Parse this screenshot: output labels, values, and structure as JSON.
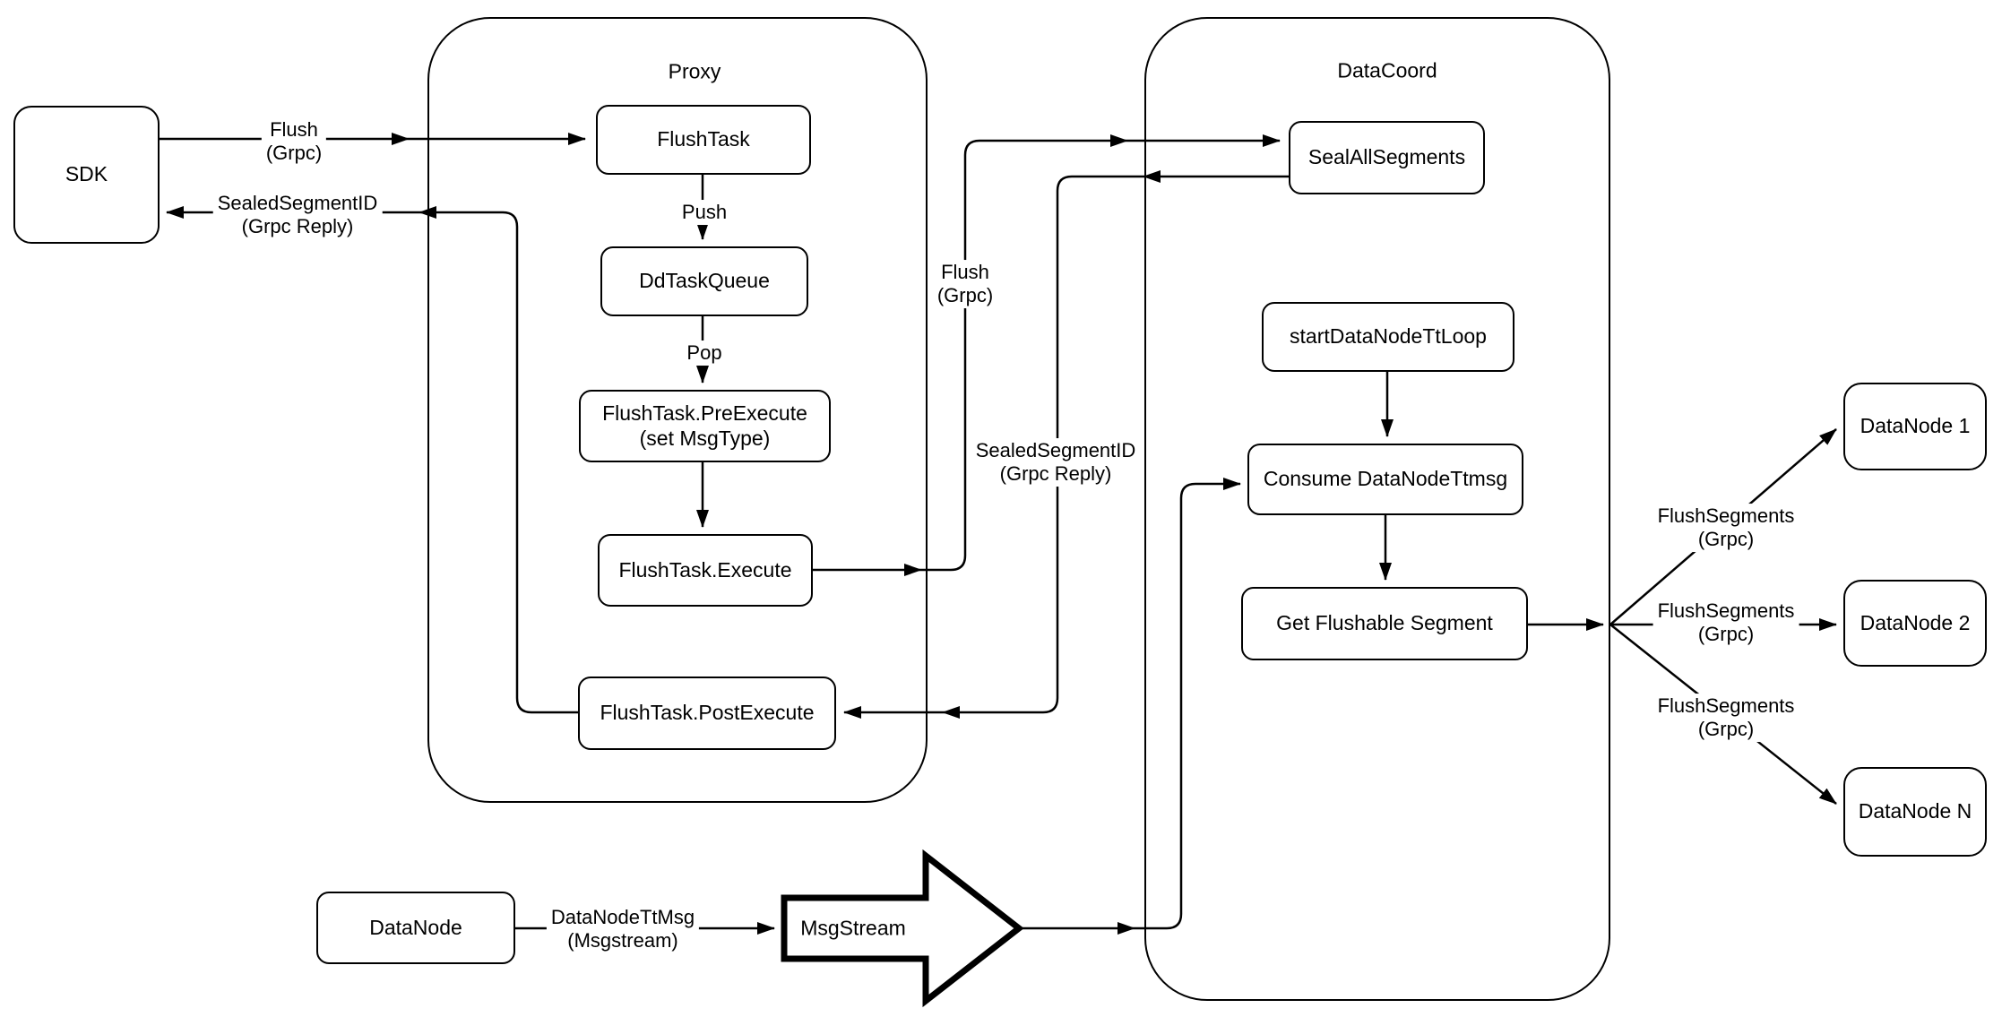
{
  "containers": {
    "proxy": {
      "label": "Proxy"
    },
    "datacoord": {
      "label": "DataCoord"
    }
  },
  "nodes": {
    "sdk": "SDK",
    "flush_task": "FlushTask",
    "dd_task_queue": "DdTaskQueue",
    "pre_execute": "FlushTask.PreExecute\n(set MsgType)",
    "execute": "FlushTask.Execute",
    "post_execute": "FlushTask.PostExecute",
    "seal_all_segments": "SealAllSegments",
    "start_datanode_tt_loop": "startDataNodeTtLoop",
    "consume_datanode_ttmsg": "Consume DataNodeTtmsg",
    "get_flushable_segment": "Get Flushable Segment",
    "datanode_1": "DataNode 1",
    "datanode_2": "DataNode 2",
    "datanode_n": "DataNode N",
    "datanode": "DataNode",
    "msgstream": "MsgStream"
  },
  "edge_labels": {
    "flush_grpc_sdk": "Flush\n(Grpc)",
    "sealed_segment_id_sdk": "SealedSegmentID\n(Grpc Reply)",
    "push": "Push",
    "pop": "Pop",
    "flush_grpc_mid": "Flush\n(Grpc)",
    "sealed_segment_id_mid": "SealedSegmentID\n(Grpc Reply)",
    "flush_segments_1": "FlushSegments\n(Grpc)",
    "flush_segments_2": "FlushSegments\n(Grpc)",
    "flush_segments_3": "FlushSegments\n(Grpc)",
    "datanode_tt_msg": "DataNodeTtMsg\n(Msgstream)"
  },
  "colors": {
    "stroke": "#000000",
    "background": "#ffffff",
    "node_fill": "#ffffff"
  }
}
